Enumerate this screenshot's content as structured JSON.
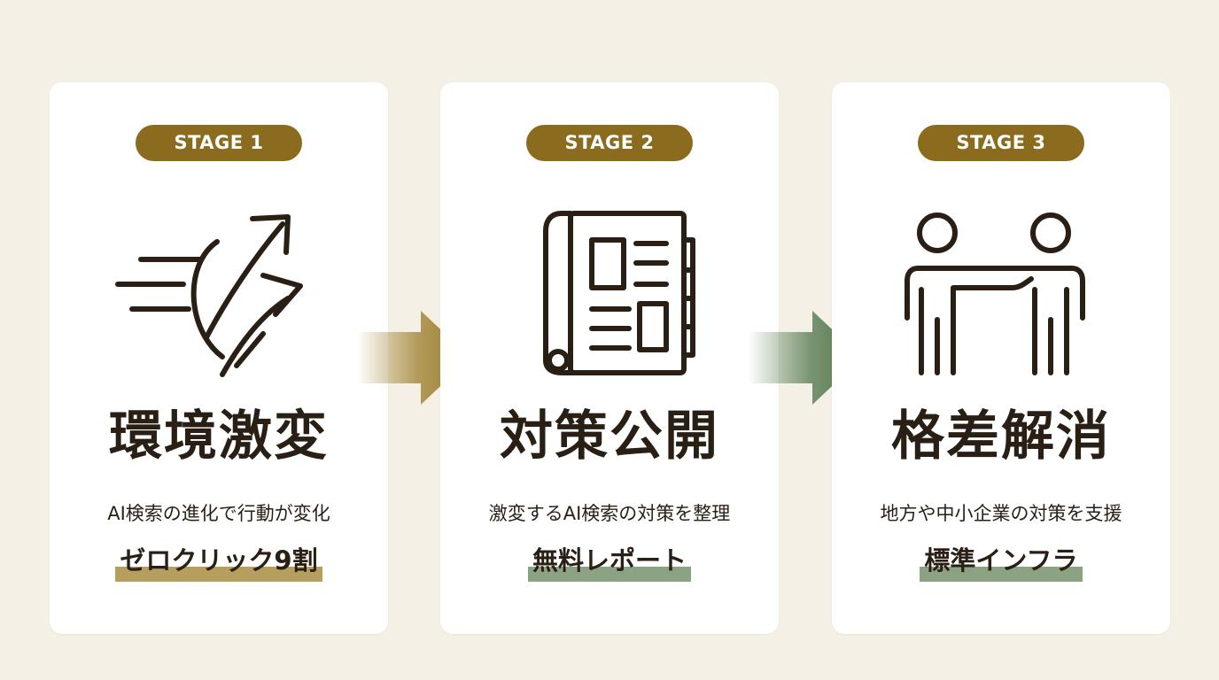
{
  "colors": {
    "background": "#f4f0e6",
    "card": "#ffffff",
    "badge": "#8b6c1e",
    "gold": "#b69e5e",
    "green": "#8ca383",
    "arrow_gold": "#9a7c28",
    "arrow_green": "#4f7549",
    "ink": "#2a1f14"
  },
  "stages": [
    {
      "badge": "STAGE 1",
      "icon": "fast-forward-arrows-icon",
      "title": "環境激変",
      "description": "AI検索の進化で行動が変化",
      "highlight": "ゼロクリック9割",
      "highlight_color": "#b69e5e"
    },
    {
      "badge": "STAGE 2",
      "icon": "newspaper-report-icon",
      "title": "対策公開",
      "description": "激変するAI検索の対策を整理",
      "highlight": "無料レポート",
      "highlight_color": "#8ca383"
    },
    {
      "badge": "STAGE 3",
      "icon": "helping-hand-people-icon",
      "title": "格差解消",
      "description": "地方や中小企業の対策を支援",
      "highlight": "標準インフラ",
      "highlight_color": "#8ca383"
    }
  ],
  "arrows": [
    {
      "icon": "right-arrow-icon",
      "color": "#9a7c28"
    },
    {
      "icon": "right-arrow-icon",
      "color": "#4f7549"
    }
  ]
}
